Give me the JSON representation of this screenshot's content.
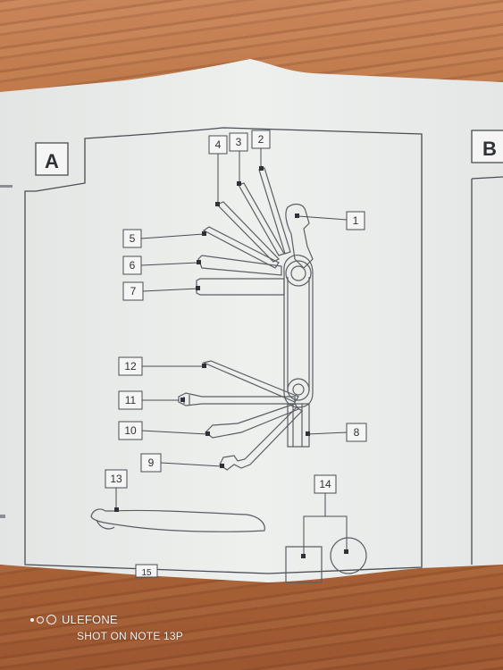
{
  "panels": {
    "left_letter": "A",
    "right_letter": "B"
  },
  "callouts": [
    {
      "id": "c1",
      "label": "1"
    },
    {
      "id": "c2",
      "label": "2"
    },
    {
      "id": "c3",
      "label": "3"
    },
    {
      "id": "c4",
      "label": "4"
    },
    {
      "id": "c5",
      "label": "5"
    },
    {
      "id": "c6",
      "label": "6"
    },
    {
      "id": "c7",
      "label": "7"
    },
    {
      "id": "c8",
      "label": "8"
    },
    {
      "id": "c9",
      "label": "9"
    },
    {
      "id": "c10",
      "label": "10"
    },
    {
      "id": "c11",
      "label": "11"
    },
    {
      "id": "c12",
      "label": "12"
    },
    {
      "id": "c13",
      "label": "13"
    },
    {
      "id": "c14",
      "label": "14"
    },
    {
      "id": "c15",
      "label": "15"
    }
  ],
  "watermark": {
    "brand": "ULEFONE",
    "shot": "SHOT ON NOTE 13P"
  },
  "colors": {
    "paper": "#eceeec",
    "ink": "#4a4d52",
    "wood": "#b86a3c"
  }
}
